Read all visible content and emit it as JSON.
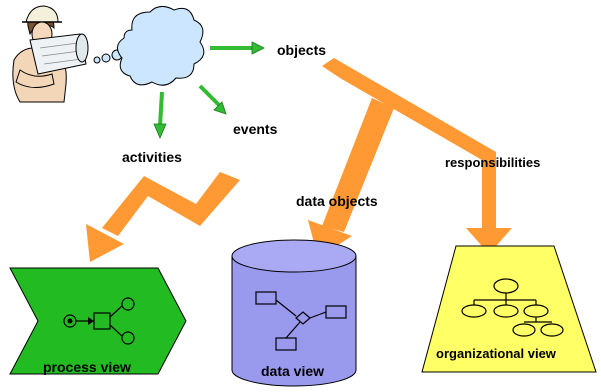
{
  "labels": {
    "objects": "objects",
    "events": "events",
    "activities": "activities",
    "responsibilities": "responsibilities",
    "data_objects": "data objects",
    "process_view": "process view",
    "data_view": "data view",
    "organizational_view": "organizational view"
  },
  "colors": {
    "green_arrow": "#33bb33",
    "orange_arrow": "#ff9933",
    "process_shape": "#22bb22",
    "data_cylinder": "#9999ee",
    "org_trapezoid": "#ffff66",
    "cloud": "#cce6ff"
  },
  "icons": {
    "person": "engineer-reading-plans-icon",
    "thought": "thought-cloud-icon"
  }
}
